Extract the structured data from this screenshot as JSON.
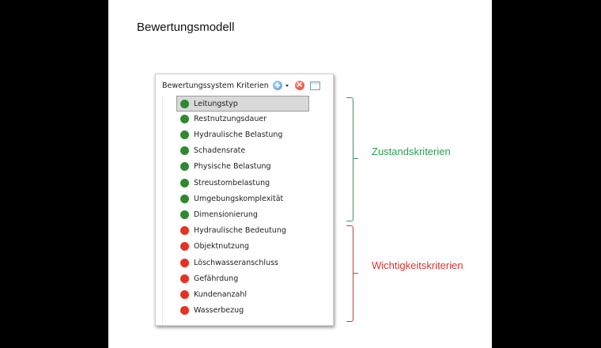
{
  "slide": {
    "title": "Bewertungsmodell"
  },
  "panel": {
    "header": "Bewertungssystem Kriterien",
    "icons": [
      "add-icon",
      "dropdown-caret-icon",
      "delete-icon",
      "table-icon"
    ],
    "items": [
      {
        "label": "Leitungstyp",
        "status": "green",
        "selected": true
      },
      {
        "label": "Restnutzungsdauer",
        "status": "green"
      },
      {
        "label": "Hydraulische Belastung",
        "status": "green"
      },
      {
        "label": "Schadensrate",
        "status": "green"
      },
      {
        "label": "Physische Belastung",
        "status": "green"
      },
      {
        "label": "Streustombelastung",
        "status": "green"
      },
      {
        "label": "Umgebungskomplexität",
        "status": "green"
      },
      {
        "label": "Dimensionierung",
        "status": "green"
      },
      {
        "label": "Hydraulische Bedeutung",
        "status": "red"
      },
      {
        "label": "Objektnutzung",
        "status": "red"
      },
      {
        "label": "Löschwasseranschluss",
        "status": "red"
      },
      {
        "label": "Gefährdung",
        "status": "red"
      },
      {
        "label": "Kundenanzahl",
        "status": "red"
      },
      {
        "label": "Wasserbezug",
        "status": "red"
      }
    ]
  },
  "groups": [
    {
      "label": "Zustandskriterien",
      "color": "#2e9e55"
    },
    {
      "label": "Wichtigkeitskriterien",
      "color": "#d9352e"
    }
  ],
  "colors": {
    "green_dot": "#2f8a2f",
    "red_dot": "#e53222"
  }
}
